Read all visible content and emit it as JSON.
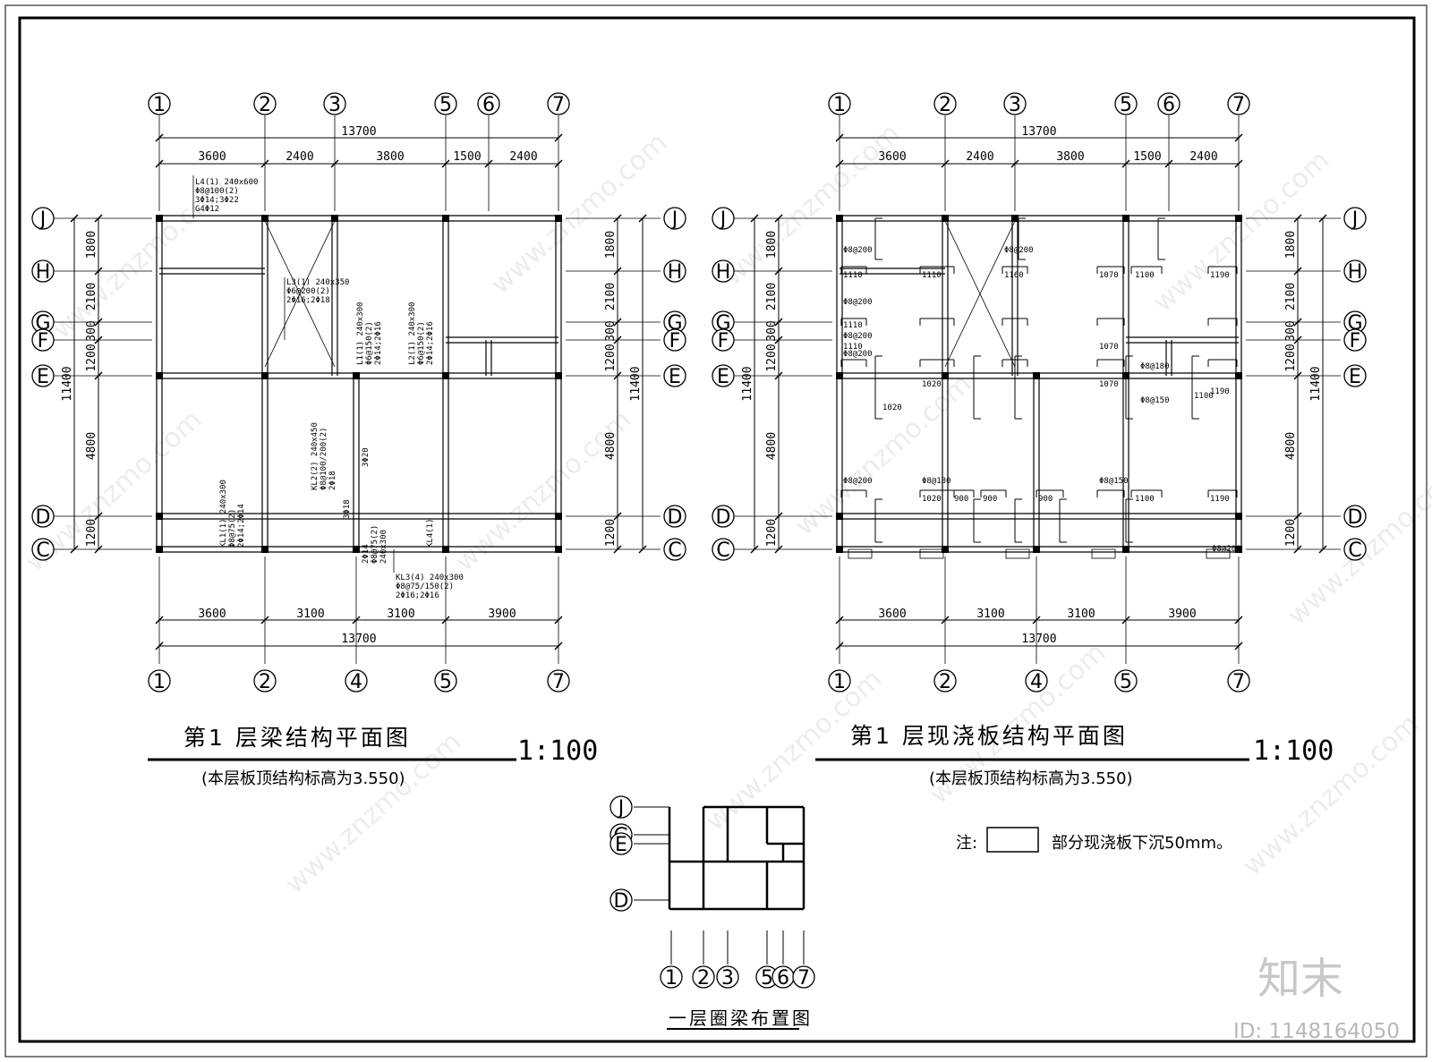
{
  "plans": [
    {
      "title": "第1 层梁结构平面图",
      "scale": "1:100",
      "subtitle": "(本层板顶结构标高为3.550)",
      "top_axes": [
        "1",
        "2",
        "3",
        "5",
        "6",
        "7"
      ],
      "top_total": "13700",
      "top_dims": [
        "3600",
        "2400",
        "3800",
        "1500",
        "2400"
      ],
      "bottom_axes": [
        "1",
        "2",
        "4",
        "5",
        "7"
      ],
      "bottom_total": "13700",
      "bottom_dims": [
        "3600",
        "3100",
        "3100",
        "3900"
      ],
      "row_axes": [
        "J",
        "H",
        "G",
        "F",
        "E",
        "D",
        "C"
      ],
      "left_dims": [
        "1800",
        "2100",
        "300",
        "1200",
        "4800",
        "1200"
      ],
      "left_total": "11400",
      "right_dims": [
        "1800",
        "2100",
        "300",
        "1200",
        "4800",
        "1200"
      ],
      "right_total": "11400",
      "beams": {
        "L4": [
          "L4(1) 240x600",
          "Φ8@100(2)",
          "3Φ14;3Φ22",
          "G4Φ12"
        ],
        "L3": [
          "L3(1) 240x350",
          "Φ6@200(2)",
          "2Φ16;2Φ18"
        ],
        "L1": [
          "L1(1) 240x300",
          "Φ6@150(2)",
          "2Φ14;2Φ16"
        ],
        "L2": [
          "L2(1) 240x300",
          "Φ6@150(2)",
          "2Φ14;2Φ16"
        ],
        "KL2": [
          "KL2(2) 240x450",
          "Φ8@100/200(2)",
          "2Φ18"
        ],
        "KL2b": "3Φ20",
        "KL2c": "3Φ18",
        "KL1": [
          "KL1(1) 240x300",
          "Φ8@75(2)",
          "2Φ14;2Φ14"
        ],
        "KL4a": [
          "2Φ14",
          "Φ8@75(2)",
          "240x300"
        ],
        "KL4": "KL4(1)",
        "KL3": [
          "KL3(4) 240x300",
          "Φ8@75/150(2)",
          "2Φ16;2Φ16"
        ]
      }
    },
    {
      "title": "第1 层现浇板结构平面图",
      "scale": "1:100",
      "subtitle": "(本层板顶结构标高为3.550)",
      "top_axes": [
        "1",
        "2",
        "3",
        "5",
        "6",
        "7"
      ],
      "top_total": "13700",
      "top_dims": [
        "3600",
        "2400",
        "3800",
        "1500",
        "2400"
      ],
      "bottom_axes": [
        "1",
        "2",
        "4",
        "5",
        "7"
      ],
      "bottom_total": "13700",
      "bottom_dims": [
        "3600",
        "3100",
        "3100",
        "3900"
      ],
      "row_axes": [
        "J",
        "H",
        "G",
        "F",
        "E",
        "D",
        "C"
      ],
      "left_dims": [
        "1800",
        "2100",
        "300",
        "1200",
        "4800",
        "1200"
      ],
      "left_total": "11400",
      "right_dims": [
        "1800",
        "2100",
        "300",
        "1200",
        "4800",
        "1200"
      ],
      "right_total": "11400",
      "rebar": {
        "r1": [
          "Φ8@200",
          "1110",
          "Φ8@200",
          "1110",
          "Φ8@200",
          "1110",
          "Φ8@200",
          "1020"
        ],
        "r2": [
          "1110",
          "Φ8@200",
          "1160",
          "1070",
          "1100",
          "1190"
        ],
        "r3": [
          "Φ8@200",
          "Φ8@180",
          "1020",
          "900",
          "900",
          "900",
          "Φ8@150",
          "1100",
          "1190"
        ],
        "r4": [
          "1020",
          "1070",
          "1070",
          "Φ8@180",
          "Φ8@150",
          "1100",
          "1190",
          "Φ8@200"
        ]
      }
    }
  ],
  "note": {
    "prefix": "注:",
    "text": "部分现浇板下沉50mm。"
  },
  "ring_beam": {
    "title": "一层圈梁布置图",
    "row_axes": [
      "J",
      "G",
      "E",
      "D"
    ],
    "col_axes": [
      "1",
      "2",
      "3",
      "5",
      "6",
      "7"
    ]
  },
  "watermark": {
    "text": "www.znzmo.com",
    "brand": "知末",
    "id": "ID: 1148164050"
  }
}
